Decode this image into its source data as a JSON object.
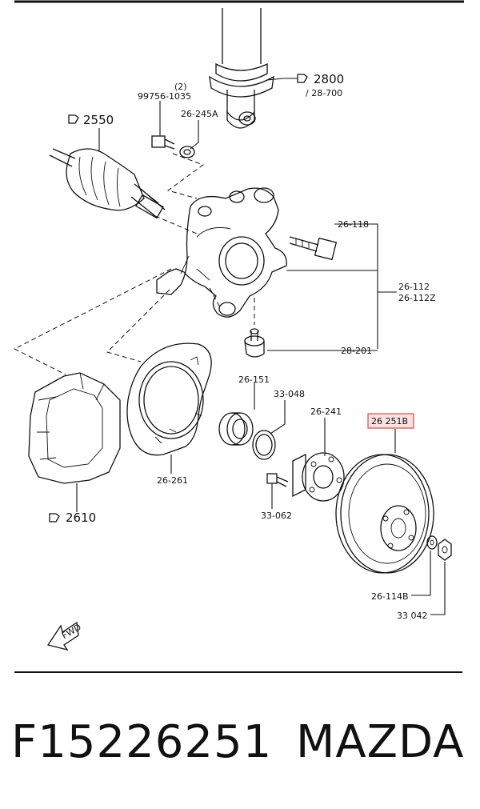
{
  "diagram": {
    "labels": {
      "l2800": "2800",
      "l28_700": "/ 28-700",
      "l2_qty": "(2)",
      "l99756": "99756-1035",
      "l26_245a": "26-245A",
      "l2550": "2550",
      "l26_118": "26-118",
      "l26_112": "26-112",
      "l26_112z": "26-112Z",
      "l28_201": "28-201",
      "l26_151": "26-151",
      "l33_048": "33-048",
      "l26_241": "26-241",
      "l26_251b": "26 251B",
      "l26_261": "26-261",
      "l33_062": "33-062",
      "l2610": "2610",
      "l26_114b": "26-114B",
      "l33_042": "33 042",
      "fwd": "FWD"
    },
    "highlight_color": "#e04646"
  },
  "footer": {
    "part_number": "F15226251",
    "brand": "MAZDA"
  }
}
